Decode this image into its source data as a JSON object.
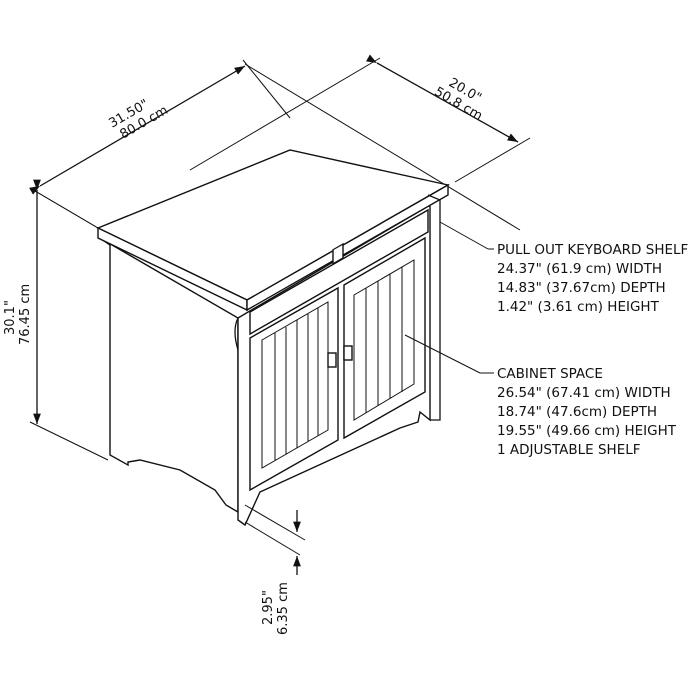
{
  "dimensions": {
    "width": {
      "in": "31.50\"",
      "cm": "80.0 cm"
    },
    "depth": {
      "in": "20.0\"",
      "cm": "50.8 cm"
    },
    "height": {
      "in": "30.1\"",
      "cm": "76.45 cm"
    },
    "clearance": {
      "in": "2.95\"",
      "cm": "6.35 cm"
    }
  },
  "callouts": {
    "keyboard_shelf": {
      "title": "PULL OUT KEYBOARD SHELF",
      "lines": [
        "24.37\" (61.9 cm) WIDTH",
        "14.83\" (37.67cm) DEPTH",
        "1.42\" (3.61 cm) HEIGHT"
      ]
    },
    "cabinet_space": {
      "title": "CABINET SPACE",
      "lines": [
        "26.54\" (67.41 cm) WIDTH",
        "18.74\" (47.6cm) DEPTH",
        "19.55\" (49.66 cm) HEIGHT",
        "1 ADJUSTABLE SHELF"
      ]
    }
  }
}
